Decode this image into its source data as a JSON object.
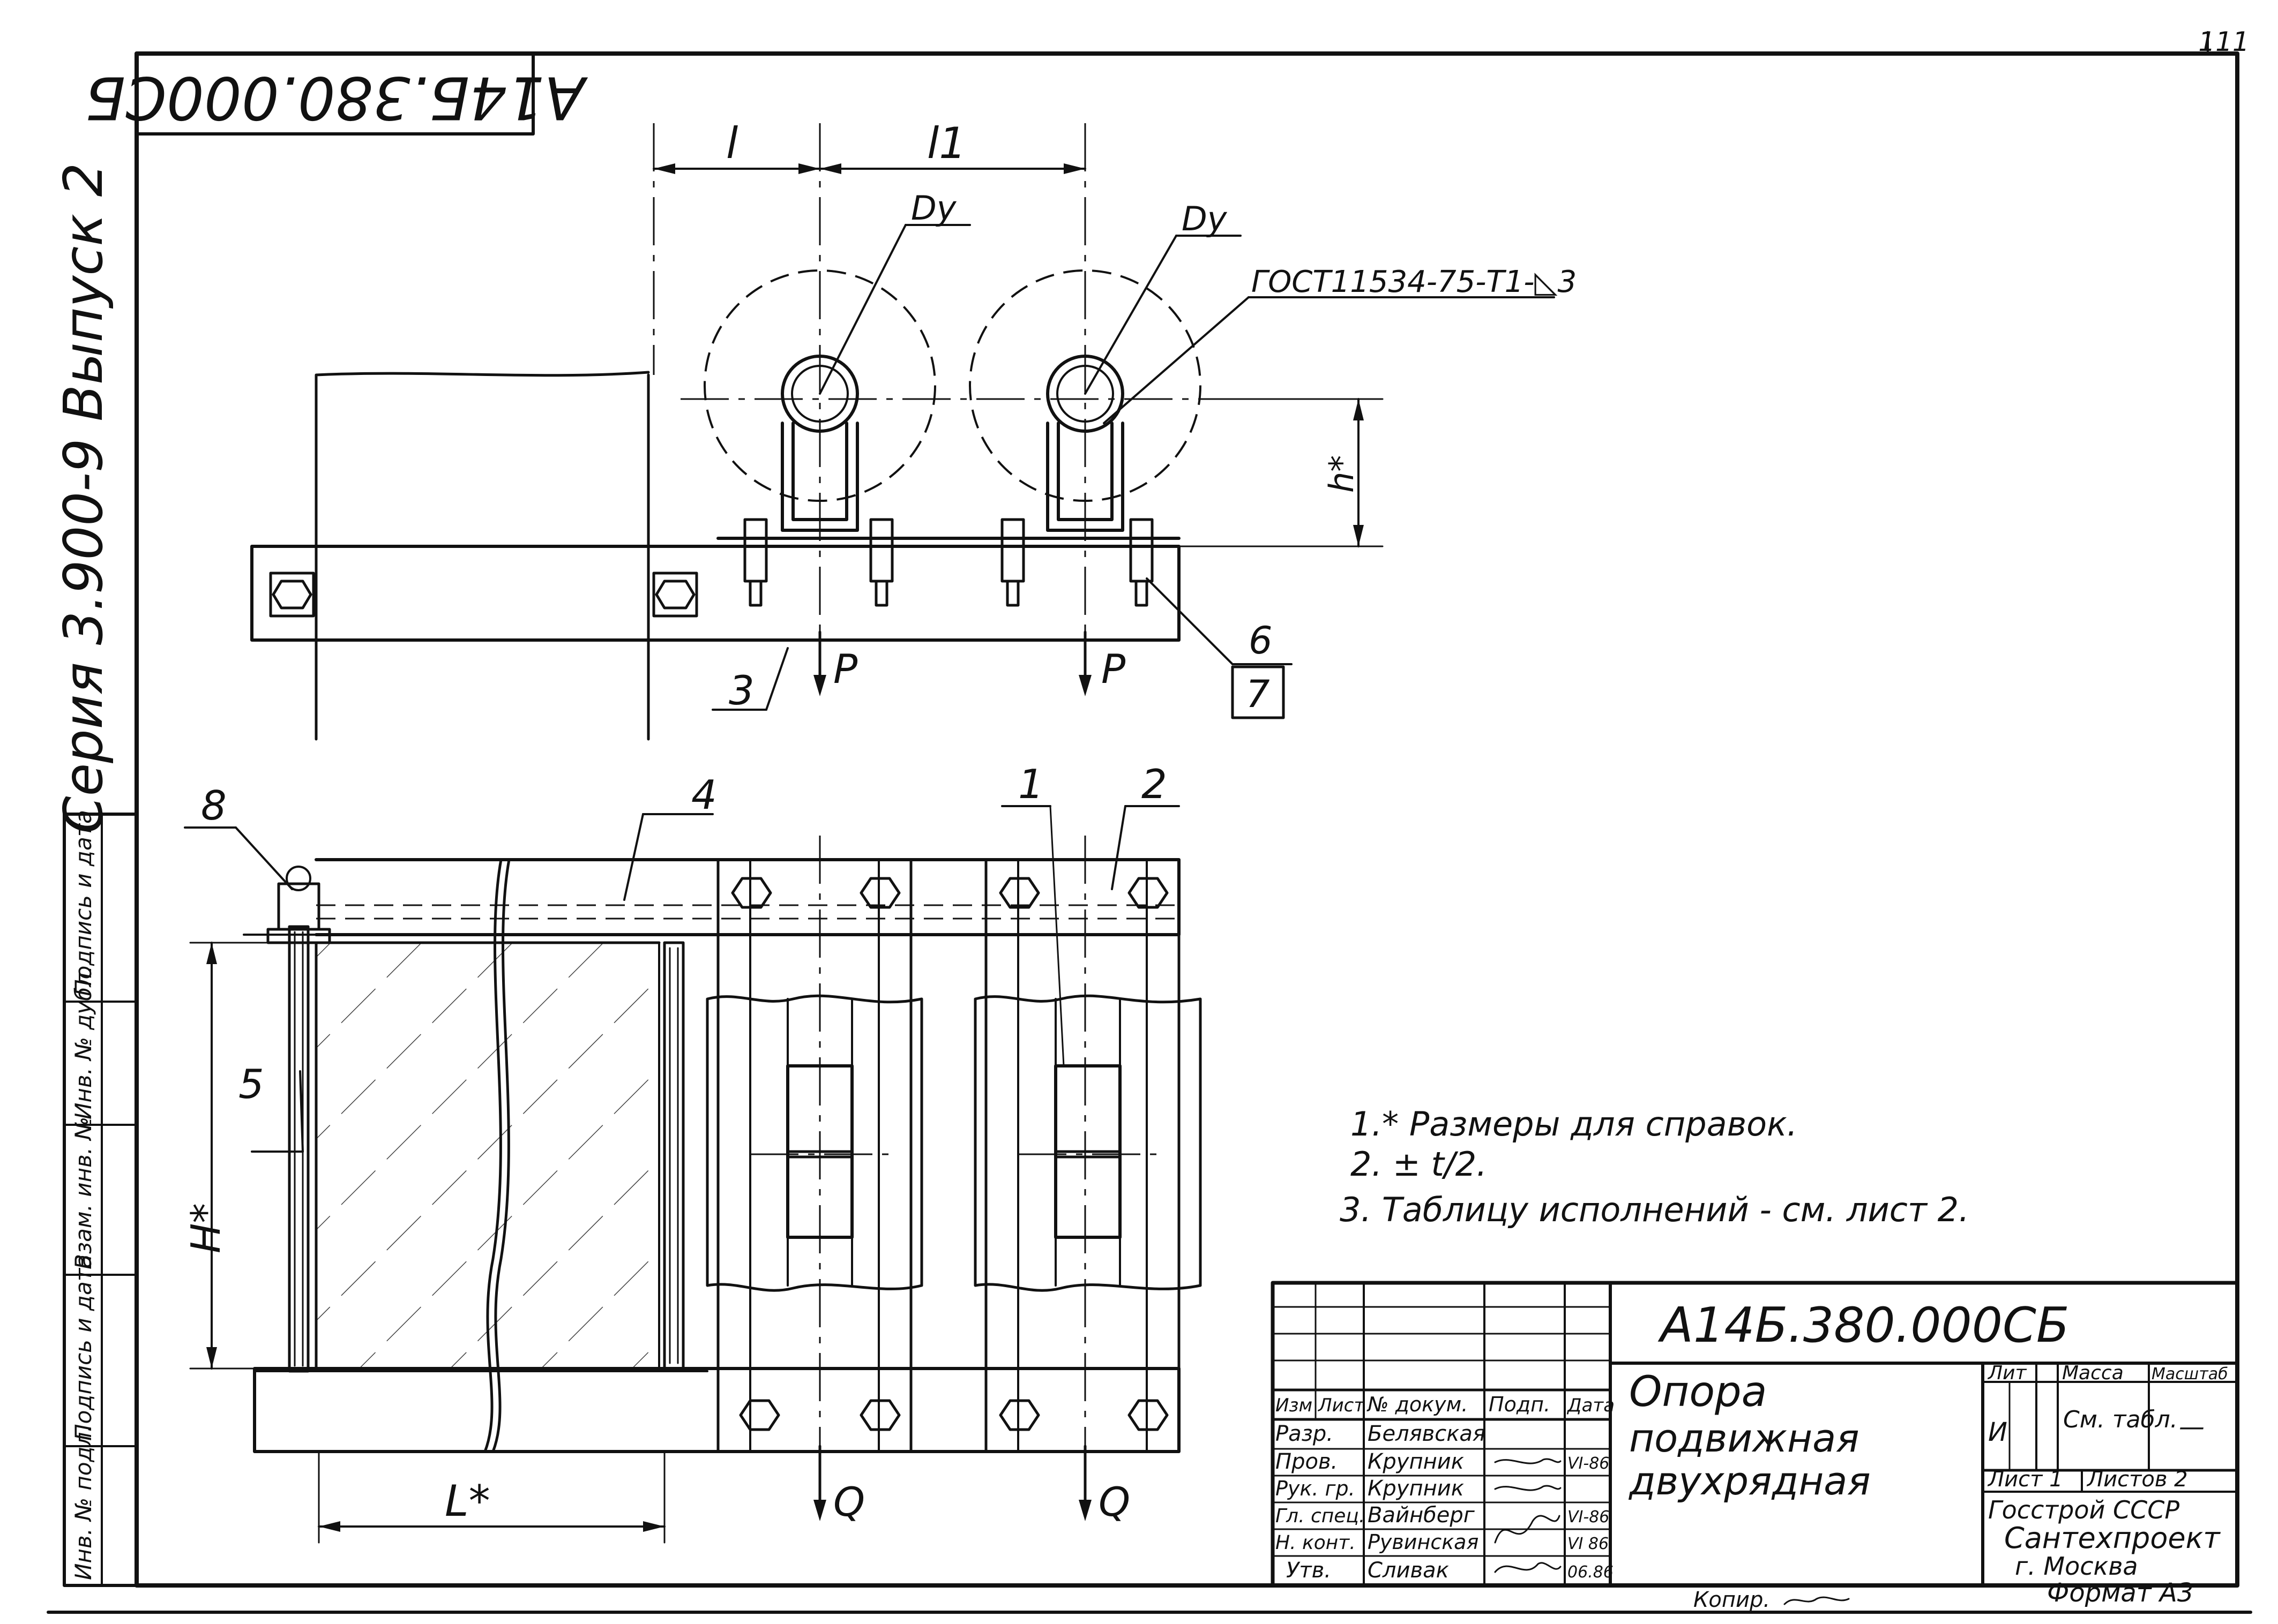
{
  "doc_code": "А14Б.380.000СБ",
  "doc_code_rotated": "А14Б.380.000СБ",
  "sheet_page_number": "111",
  "side_series": "Серия 3.900-9 Выпуск 2",
  "left_strip": [
    "Инв. № подл.",
    "Подпись и дата",
    "Взам. инв. №",
    "Инв. № дубл.",
    "Подпись и дата"
  ],
  "dims": {
    "l": "l",
    "l1": "l1",
    "Dy": "Dу",
    "h": "h*",
    "H": "H*",
    "L": "L*",
    "P": "P",
    "Q": "Q"
  },
  "weld_note": "ГОСТ11534-75-Т1-◺3",
  "callouts": [
    "1",
    "2",
    "3",
    "4",
    "5",
    "6",
    "7",
    "8"
  ],
  "notes": [
    "1.* Размеры для справок.",
    "2. ± t/2.",
    "3. Таблицу исполнений - см. лист 2."
  ],
  "title_block": {
    "title_lines": [
      "Опора",
      "подвижная",
      "двухрядная"
    ],
    "col_headers": [
      "Изм",
      "Лист",
      "№ докум.",
      "Подп.",
      "Дата"
    ],
    "roles": [
      "Разр.",
      "Пров.",
      "Рук. гр.",
      "Гл. спец.",
      "Н. конт.",
      "Утв."
    ],
    "names": [
      "Белявская",
      "Крупник",
      "Крупник",
      "Вайнберг",
      "Рувинская",
      "Сливак"
    ],
    "dates": [
      "VI-86",
      "",
      "VI-86",
      "VI 86",
      "06.86",
      ""
    ],
    "lit_label": "Лит",
    "lit_value": "И",
    "mass_label": "Масса",
    "mass_value": "См. табл.",
    "scale_label": "Масштаб",
    "scale_value": "—",
    "sheet": "Лист 1",
    "sheets": "Листов 2",
    "org": [
      "Госстрой СССР",
      "Сантехпроект",
      "г. Москва"
    ]
  },
  "copied": "Копир.",
  "format": "Формат А3"
}
